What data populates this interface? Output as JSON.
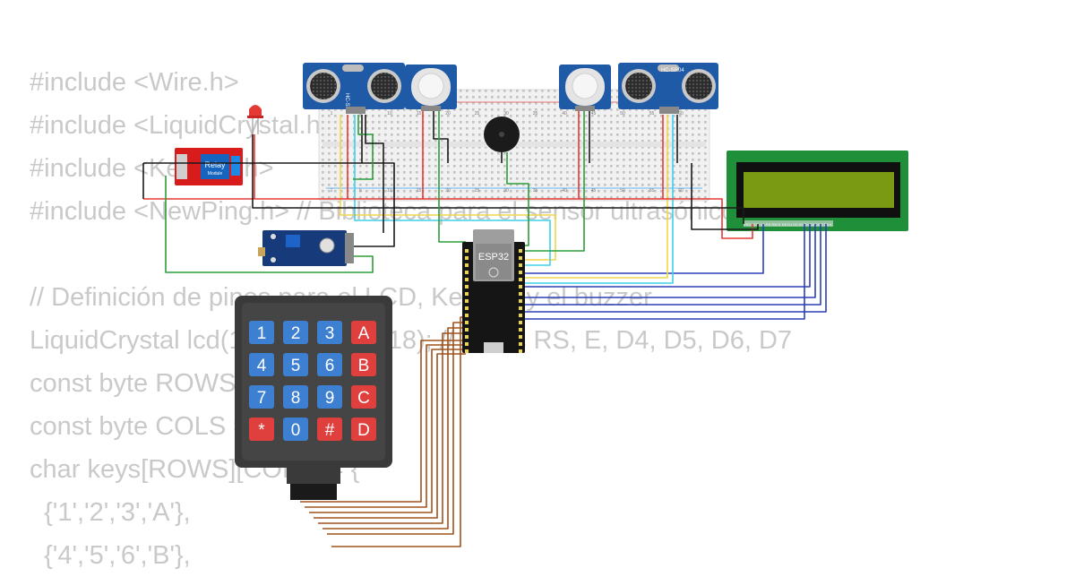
{
  "code_lines": [
    "#include <Wire.h>",
    "#include <LiquidCrystal.h>",
    "#include <Keypad.h>",
    "#include <NewPing.h> // Biblioteca para el sensor ultrasónico",
    "",
    "// Definición de pines para el LCD, Keypad y el buzzer",
    "LiquidCrystal lcd(15, 4, 2, 0, 5, 18); // Pines RS, E, D4, D5, D6, D7",
    "const byte ROWS = 4;",
    "const byte COLS = 4;",
    "char keys[ROWS][COLS] = {",
    "  {'1','2','3','A'},",
    "  {'4','5','6','B'},"
  ],
  "components": {
    "sensor_label": "HC-SR04",
    "relay_label": "Relay",
    "relay_sub": "Module",
    "esp32_label": "ESP32",
    "lcd_pins_label": "VSS VDD V0 RS RW E D0 D1 D2 D3 D4 D5 D6 D7 A K",
    "breadboard_cols": [
      "1",
      "5",
      "10",
      "15",
      "20",
      "25",
      "30",
      "35",
      "40",
      "45",
      "50",
      "55",
      "60"
    ]
  },
  "keypad": {
    "keys": [
      [
        "1",
        "2",
        "3",
        "A"
      ],
      [
        "4",
        "5",
        "6",
        "B"
      ],
      [
        "7",
        "8",
        "9",
        "C"
      ],
      [
        "*",
        "0",
        "#",
        "D"
      ]
    ]
  },
  "colors": {
    "code_text": "#c9c9c9",
    "wire_black": "#1a1a1a",
    "wire_red": "#e53935",
    "wire_green": "#2e9d3a",
    "wire_yellow": "#f2d64b",
    "wire_cyan": "#3fd0e8",
    "wire_blue": "#2c3fb8",
    "wire_brown": "#a0521d",
    "key_blue": "#3d7fd1",
    "key_red": "#e0403d",
    "lcd_screen": "#7a9a14",
    "pcb_green": "#1f8f3a"
  }
}
